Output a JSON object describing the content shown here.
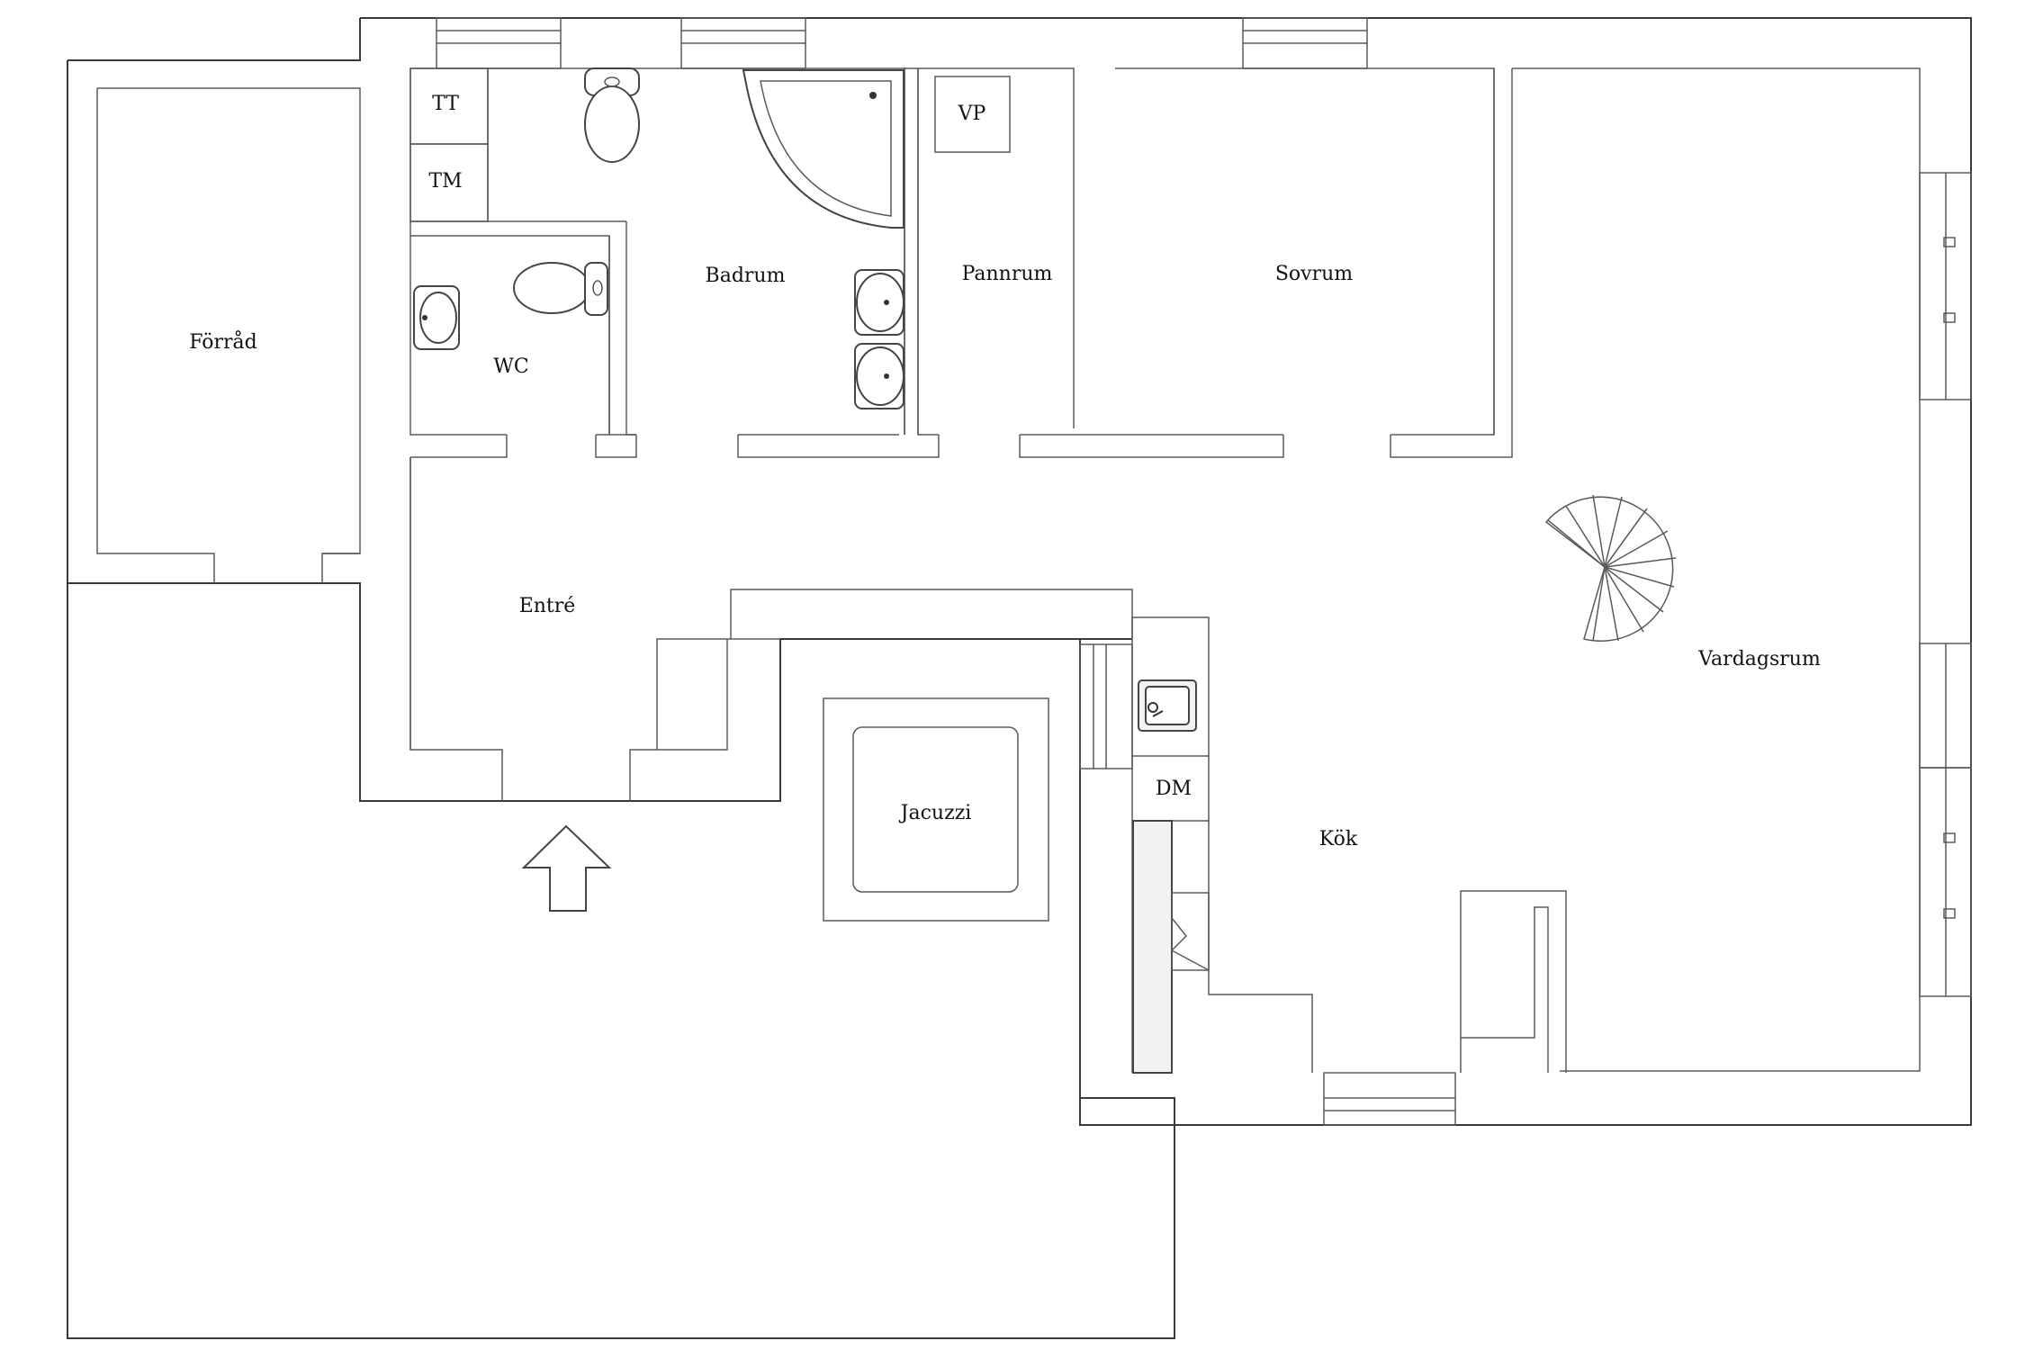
{
  "rooms": {
    "forrad": "Förråd",
    "tt": "TT",
    "tm": "TM",
    "wc": "WC",
    "badrum": "Badrum",
    "vp": "VP",
    "pannrum": "Pannrum",
    "sovrum": "Sovrum",
    "entre": "Entré",
    "jacuzzi": "Jacuzzi",
    "dm": "DM",
    "kok": "Kök",
    "vardagsrum": "Vardagsrum"
  }
}
